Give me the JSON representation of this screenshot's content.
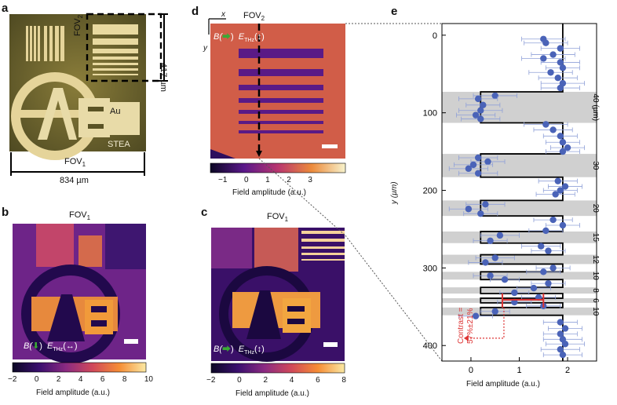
{
  "panels": {
    "a": {
      "label": "a",
      "fov2_label": "FOV",
      "fov2_sub": "2",
      "fov1_label": "FOV",
      "fov1_sub": "1",
      "dim_vertical": "417 µm",
      "dim_horizontal": "834 µm",
      "text_au": "Au",
      "text_stea": "STEA"
    },
    "b": {
      "label": "b",
      "title": "FOV",
      "title_sub": "1",
      "b_field": "B(",
      "e_field": "E",
      "e_sub": "THz",
      "colorbar_ticks": [
        "−2",
        "0",
        "2",
        "4",
        "6",
        "8",
        "10"
      ],
      "colorbar_label": "Field amplitude (a.u.)"
    },
    "c": {
      "label": "c",
      "title": "FOV",
      "title_sub": "1",
      "b_field": "B(",
      "e_field": "E",
      "e_sub": "THz",
      "colorbar_ticks": [
        "−2",
        "0",
        "2",
        "4",
        "6",
        "8"
      ],
      "colorbar_label": "Field amplitude (a.u.)"
    },
    "d": {
      "label": "d",
      "title": "FOV",
      "title_sub": "2",
      "axis_x": "x",
      "axis_y": "y",
      "b_field": "B(",
      "e_field": "E",
      "e_sub": "THz",
      "colorbar_ticks": [
        "−1",
        "0",
        "1",
        "2",
        "3"
      ],
      "colorbar_label": "Field amplitude (a.u.)"
    },
    "e": {
      "label": "e",
      "contrast_label": "Contrast =",
      "contrast_value": "57%±21%"
    }
  },
  "chart_data": {
    "type": "scatter",
    "xlabel": "Field amplitude (a.u.)",
    "ylabel": "y (µm)",
    "xlim": [
      -0.6,
      2.6
    ],
    "ylim": [
      420,
      -15
    ],
    "x_ticks": [
      0,
      1,
      2
    ],
    "y_ticks": [
      0,
      100,
      200,
      300,
      400
    ],
    "y_inverted": true,
    "band_width_labels": [
      "40 (µm)",
      "30",
      "20",
      "15",
      "12",
      "10",
      "8",
      "6",
      "10"
    ],
    "shaded_bands_um": [
      [
        73,
        113
      ],
      [
        153,
        183
      ],
      [
        213,
        233
      ],
      [
        253,
        268
      ],
      [
        283,
        295
      ],
      [
        305,
        315
      ],
      [
        325,
        333
      ],
      [
        339,
        345
      ],
      [
        351,
        361
      ]
    ],
    "fit_high": 1.9,
    "fit_low": 0.2,
    "series": [
      {
        "values": [
          {
            "y": 5,
            "x": 1.5,
            "xerr": 0.45
          },
          {
            "y": 10,
            "x": 1.55,
            "xerr": 0.45
          },
          {
            "y": 17,
            "x": 1.85,
            "xerr": 0.4
          },
          {
            "y": 25,
            "x": 1.7,
            "xerr": 0.45
          },
          {
            "y": 30,
            "x": 1.5,
            "xerr": 0.45
          },
          {
            "y": 35,
            "x": 1.85,
            "xerr": 0.4
          },
          {
            "y": 42,
            "x": 1.9,
            "xerr": 0.35
          },
          {
            "y": 48,
            "x": 1.65,
            "xerr": 0.45
          },
          {
            "y": 55,
            "x": 1.8,
            "xerr": 0.4
          },
          {
            "y": 62,
            "x": 1.9,
            "xerr": 0.45
          },
          {
            "y": 68,
            "x": 1.85,
            "xerr": 0.4
          },
          {
            "y": 78,
            "x": 0.5,
            "xerr": 0.45
          },
          {
            "y": 82,
            "x": 0.15,
            "xerr": 0.4
          },
          {
            "y": 90,
            "x": 0.25,
            "xerr": 0.35
          },
          {
            "y": 97,
            "x": 0.2,
            "xerr": 0.45
          },
          {
            "y": 103,
            "x": 0.1,
            "xerr": 0.4
          },
          {
            "y": 108,
            "x": 0.2,
            "xerr": 0.4
          },
          {
            "y": 115,
            "x": 1.55,
            "xerr": 0.45
          },
          {
            "y": 122,
            "x": 1.7,
            "xerr": 0.4
          },
          {
            "y": 130,
            "x": 1.85,
            "xerr": 0.35
          },
          {
            "y": 138,
            "x": 1.9,
            "xerr": 0.35
          },
          {
            "y": 145,
            "x": 2.0,
            "xerr": 0.35
          },
          {
            "y": 150,
            "x": 1.9,
            "xerr": 0.35
          },
          {
            "y": 158,
            "x": 0.15,
            "xerr": 0.4
          },
          {
            "y": 163,
            "x": 0.35,
            "xerr": 0.35
          },
          {
            "y": 167,
            "x": 0.05,
            "xerr": 0.4
          },
          {
            "y": 172,
            "x": -0.05,
            "xerr": 0.4
          },
          {
            "y": 178,
            "x": 0.15,
            "xerr": 0.4
          },
          {
            "y": 188,
            "x": 1.8,
            "xerr": 0.4
          },
          {
            "y": 195,
            "x": 1.95,
            "xerr": 0.35
          },
          {
            "y": 200,
            "x": 1.85,
            "xerr": 0.35
          },
          {
            "y": 205,
            "x": 1.75,
            "xerr": 0.4
          },
          {
            "y": 218,
            "x": 0.3,
            "xerr": 0.4
          },
          {
            "y": 224,
            "x": -0.05,
            "xerr": 0.4
          },
          {
            "y": 230,
            "x": 0.2,
            "xerr": 0.35
          },
          {
            "y": 238,
            "x": 1.7,
            "xerr": 0.4
          },
          {
            "y": 245,
            "x": 1.9,
            "xerr": 0.35
          },
          {
            "y": 252,
            "x": 1.55,
            "xerr": 0.35
          },
          {
            "y": 258,
            "x": 0.6,
            "xerr": 0.4
          },
          {
            "y": 265,
            "x": 0.4,
            "xerr": 0.35
          },
          {
            "y": 272,
            "x": 1.45,
            "xerr": 0.4
          },
          {
            "y": 278,
            "x": 1.6,
            "xerr": 0.35
          },
          {
            "y": 287,
            "x": 0.5,
            "xerr": 0.4
          },
          {
            "y": 293,
            "x": 0.3,
            "xerr": 0.35
          },
          {
            "y": 300,
            "x": 1.7,
            "xerr": 0.35
          },
          {
            "y": 305,
            "x": 1.5,
            "xerr": 0.35
          },
          {
            "y": 310,
            "x": 0.4,
            "xerr": 0.35
          },
          {
            "y": 315,
            "x": 0.7,
            "xerr": 0.3
          },
          {
            "y": 320,
            "x": 1.6,
            "xerr": 0.35
          },
          {
            "y": 326,
            "x": 1.3,
            "xerr": 0.35
          },
          {
            "y": 332,
            "x": 0.9,
            "xerr": 0.3
          },
          {
            "y": 338,
            "x": 1.4,
            "xerr": 0.35
          },
          {
            "y": 344,
            "x": 0.9,
            "xerr": 0.35
          },
          {
            "y": 349,
            "x": 1.5,
            "xerr": 0.35
          },
          {
            "y": 356,
            "x": 0.5,
            "xerr": 0.3
          },
          {
            "y": 362,
            "x": 0.1,
            "xerr": 0.35
          },
          {
            "y": 370,
            "x": 1.85,
            "xerr": 0.35
          },
          {
            "y": 378,
            "x": 1.95,
            "xerr": 0.35
          },
          {
            "y": 385,
            "x": 1.85,
            "xerr": 0.35
          },
          {
            "y": 392,
            "x": 1.9,
            "xerr": 0.4
          },
          {
            "y": 398,
            "x": 1.95,
            "xerr": 0.4
          },
          {
            "y": 405,
            "x": 1.85,
            "xerr": 0.4
          },
          {
            "y": 412,
            "x": 1.9,
            "xerr": 0.4
          }
        ]
      }
    ],
    "annotations": {
      "contrast_markers": {
        "y": 345,
        "low": 0.65,
        "high": 1.5
      }
    }
  }
}
